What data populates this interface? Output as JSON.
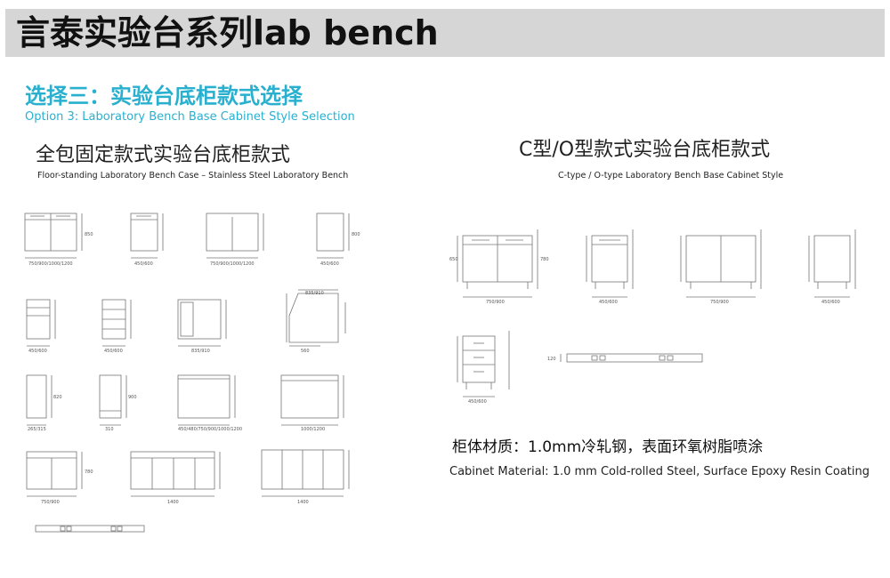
{
  "header": {
    "title": "言泰实验台系列lab bench"
  },
  "section": {
    "title_cn": "选择三：实验台底柜款式选择",
    "title_en": "Option 3: Laboratory Bench Base Cabinet Style Selection"
  },
  "left_column": {
    "title_cn": "全包固定款式实验台底柜款式",
    "title_en": "Floor-standing Laboratory Bench Case – Stainless Steel Laboratory Bench",
    "dims": [
      "750/900/1000/1200",
      "450/600",
      "750/900/1000/1200",
      "450/600",
      "450/600",
      "450/600",
      "835/910",
      "560",
      "835/910",
      "265/315",
      "310",
      "450/480/750/900/1000/1200",
      "1000/1200",
      "750/900",
      "1400",
      "1400",
      "850",
      "800",
      "820",
      "900",
      "780"
    ]
  },
  "right_column": {
    "title_cn": "C型/O型款式实验台底柜款式",
    "title_en": "C-type / O-type Laboratory Bench Base Cabinet Style",
    "dims": [
      "750/900",
      "450/600",
      "750/900",
      "450/600",
      "450/600",
      "650",
      "780",
      "120"
    ]
  },
  "material": {
    "cn": "柜体材质：1.0mm冷轧钢，表面环氧树脂喷涂",
    "en": "Cabinet Material: 1.0 mm Cold-rolled Steel, Surface Epoxy Resin Coating"
  }
}
